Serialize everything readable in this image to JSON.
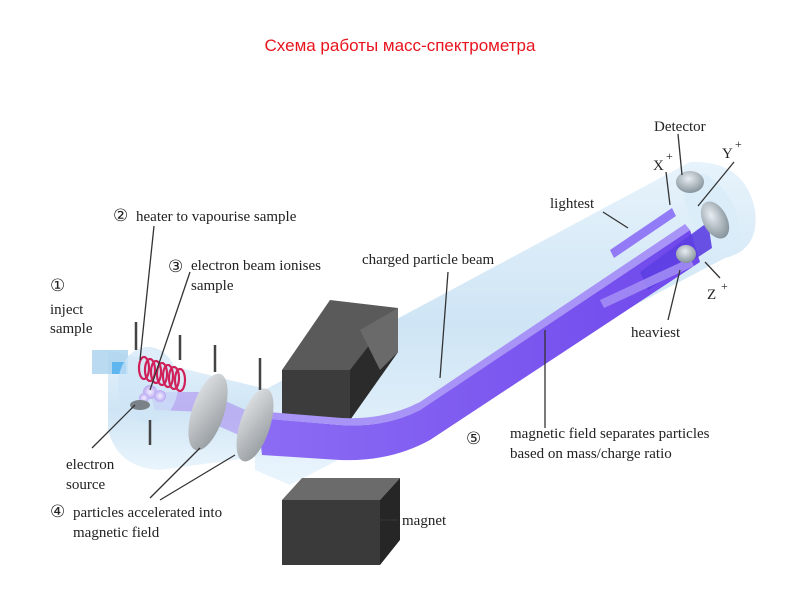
{
  "title": "Схема работы масс-спектрометра",
  "labels": {
    "step1_num": "①",
    "step1_line1": "inject",
    "step1_line2": "sample",
    "step2_num": "②",
    "step2_text": "heater to vapourise sample",
    "step3_num": "③",
    "step3_line1": "electron beam ionises",
    "step3_line2": "sample",
    "electron_source_line1": "electron",
    "electron_source_line2": "source",
    "step4_num": "④",
    "step4_line1": "particles accelerated into",
    "step4_line2": "magnetic field",
    "charged_particle_beam": "charged particle beam",
    "magnet": "magnet",
    "step5_num": "⑤",
    "step5_line1": "magnetic field separates particles",
    "step5_line2": "based on mass/charge ratio",
    "detector": "Detector",
    "lightest": "lightest",
    "heaviest": "heaviest",
    "ion_x": "X",
    "ion_y": "Y",
    "ion_z": "Z",
    "plus": "+"
  },
  "colors": {
    "title": "#e8141e",
    "beam": "#7a5cf0",
    "tube": "#cfe6f7",
    "magnet": "#3a3a3a",
    "heater_coil": "#d0205a"
  }
}
